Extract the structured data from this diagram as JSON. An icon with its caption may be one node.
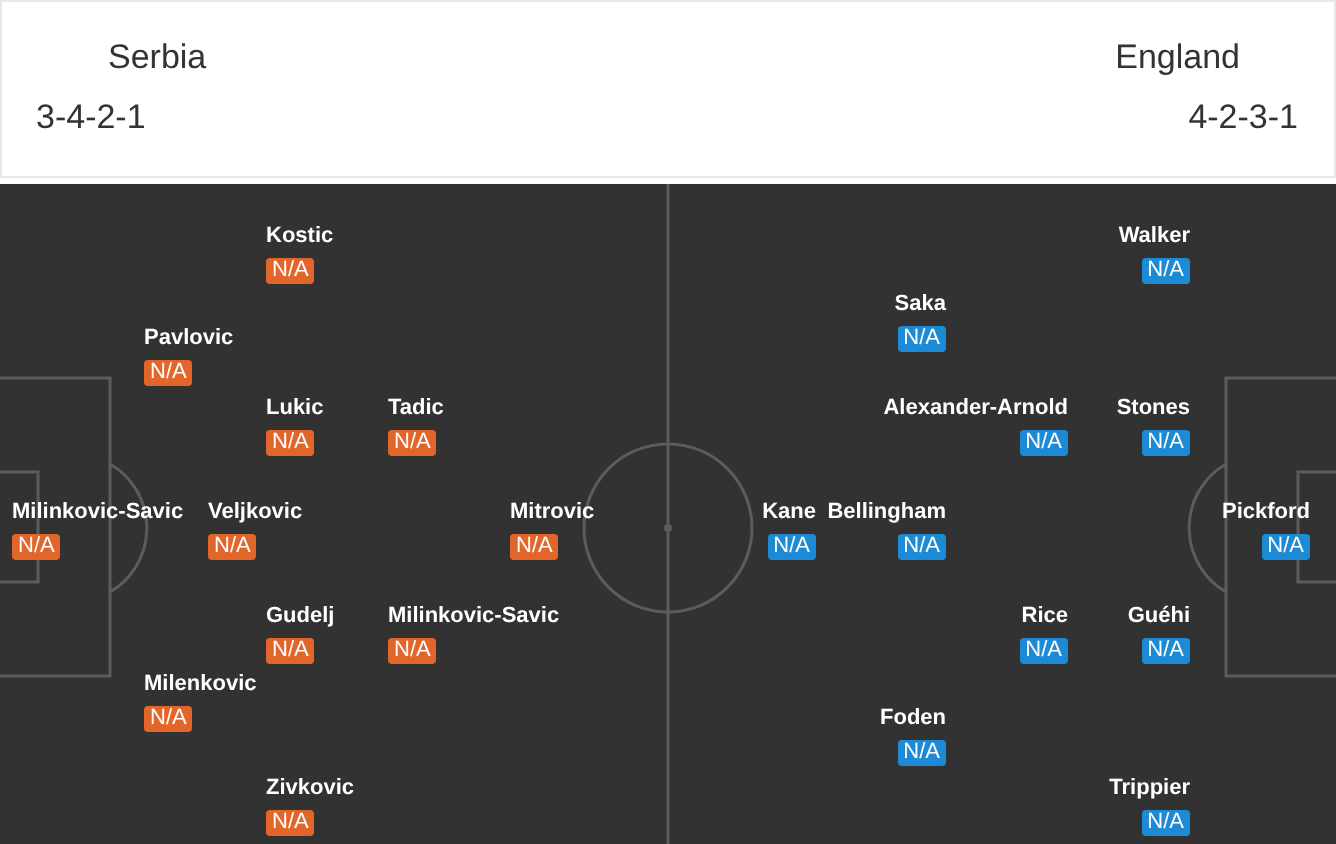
{
  "diagram": {
    "nodes": [
      {
        "text": [
          "Kostic",
          "N/A"
        ]
      },
      {
        "text": [
          "Walker",
          "N/A"
        ]
      },
      {
        "text": [
          "Saka",
          "N/A"
        ]
      },
      {
        "text": [
          "Pavlovic",
          "N/A"
        ]
      },
      {
        "text": [
          "Lukic",
          "N/A"
        ]
      },
      {
        "text": [
          "Tadic",
          "N/A"
        ]
      },
      {
        "text": [
          "Alexander-Arnold",
          "N/A"
        ]
      },
      {
        "text": [
          "Stones",
          "N/A"
        ]
      },
      {
        "text": [
          "Milinkovic-Savic",
          "N/A"
        ]
      },
      {
        "text": [
          "Veljkovic",
          "N/A"
        ]
      },
      {
        "text": [
          "Mitrovic",
          "N/A"
        ]
      },
      {
        "text": [
          "Kane",
          "N/A"
        ]
      },
      {
        "text": [
          "Bellingham",
          "N/A"
        ]
      },
      {
        "text": [
          "Pickford",
          "N/A"
        ]
      },
      {
        "text": [
          "Gudelj",
          "N/A"
        ]
      },
      {
        "text": [
          "Milinkovic-Savic",
          "N/A"
        ]
      },
      {
        "text": [
          "Rice",
          "N/A"
        ]
      },
      {
        "text": [
          "Guéhi",
          "N/A"
        ]
      },
      {
        "text": [
          "Milenkovic",
          "N/A"
        ]
      },
      {
        "text": [
          "Foden",
          "N/A"
        ]
      },
      {
        "text": [
          "Zivkovic",
          "N/A"
        ]
      },
      {
        "text": [
          "Trippier",
          "N/A"
        ]
      }
    ],
    "labels": [
      "Serbia",
      "England",
      "3-4-2-1",
      "4-2-3-1"
    ]
  }
}
